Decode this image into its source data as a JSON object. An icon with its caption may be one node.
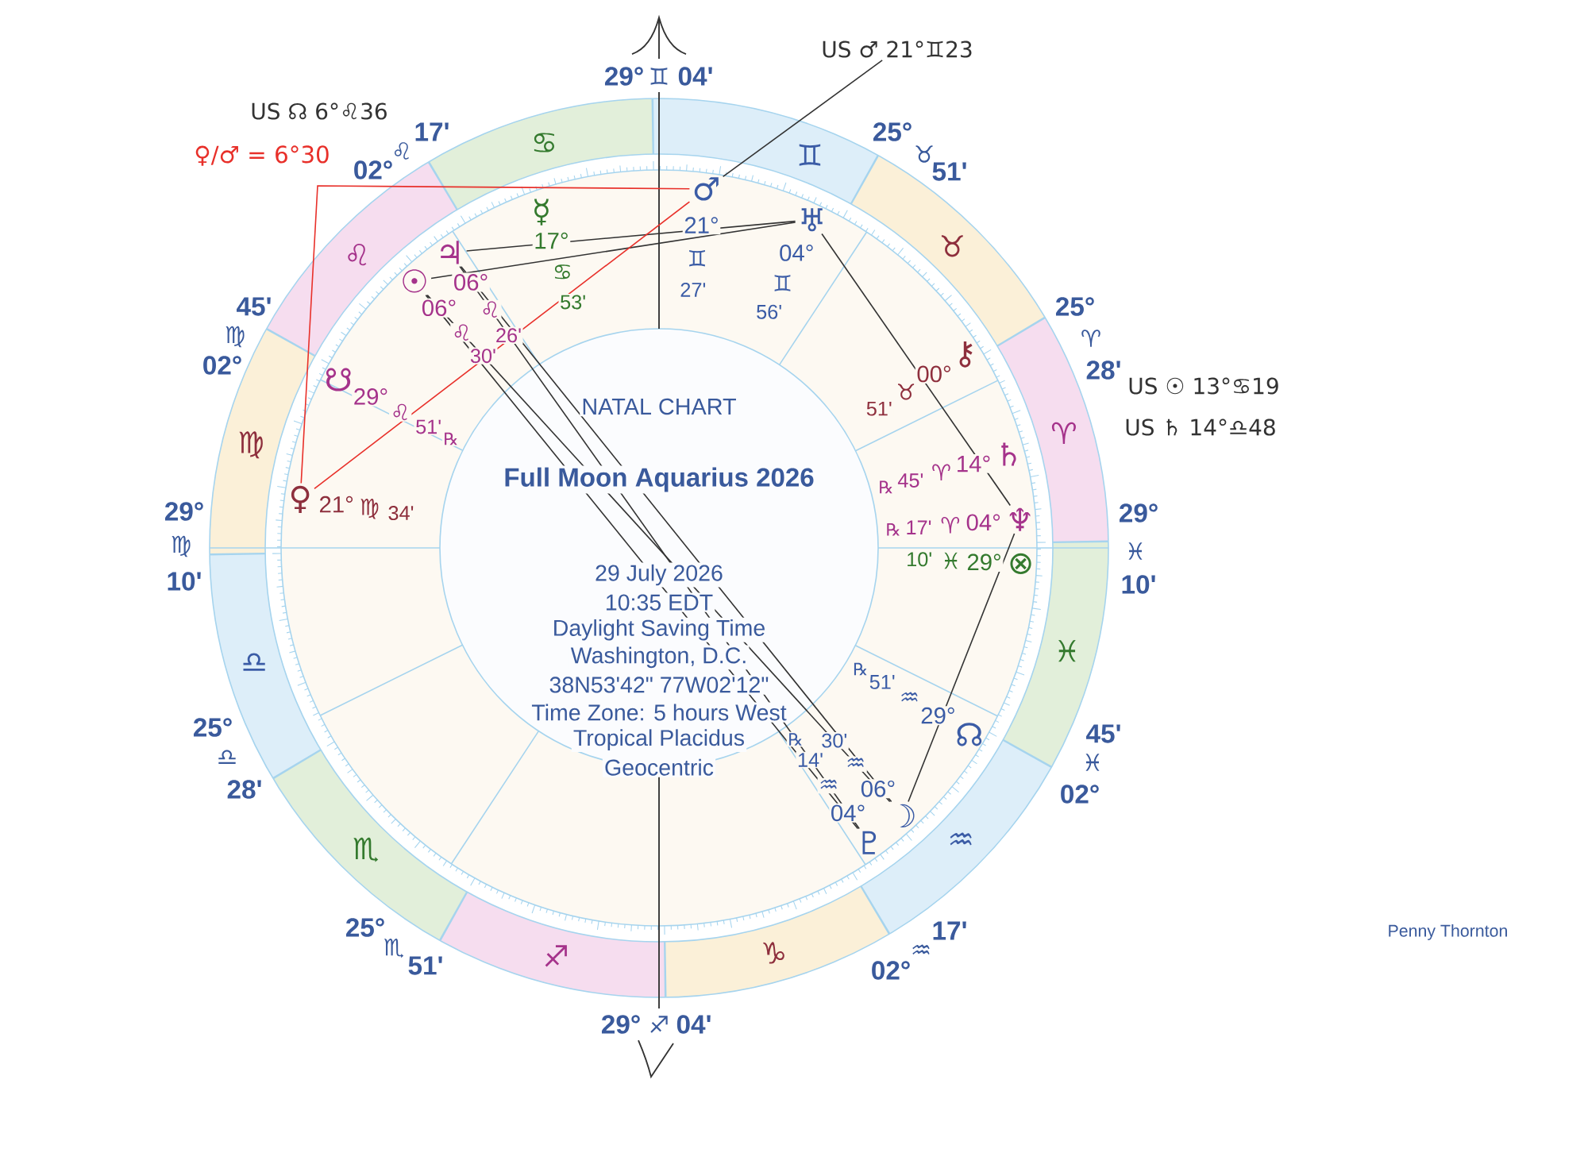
{
  "diagram": {
    "nodes": [
      {
        "text": [
          "☿"
        ],
        "beside": [
          "17°",
          "♋",
          "53'"
        ]
      },
      {
        "text": [
          "♂"
        ],
        "beside": [
          "21°",
          "♊",
          "27'"
        ]
      },
      {
        "text": [
          "♅"
        ],
        "beside": [
          "04°",
          "♊",
          "56'"
        ]
      },
      {
        "text": [
          "♃"
        ],
        "beside": [
          "06°",
          "♌",
          "26'"
        ]
      },
      {
        "text": [
          "☉"
        ],
        "beside": [
          "06°",
          "♌",
          "30'"
        ]
      },
      {
        "text": [
          "⚷"
        ],
        "beside": [
          "00°",
          "♉",
          "51'"
        ]
      },
      {
        "text": [
          "☋"
        ],
        "beside": [
          "29°",
          "♌",
          "51'",
          "℞"
        ]
      },
      {
        "text": [
          "♄"
        ],
        "beside": [
          "14°",
          "♈",
          "45'",
          "℞"
        ]
      },
      {
        "text": [
          "♀"
        ],
        "beside": [
          "21°",
          "♍",
          "34'"
        ]
      },
      {
        "text": [
          "♆"
        ],
        "beside": [
          "04°",
          "♈",
          "17'",
          "℞"
        ]
      },
      {
        "text": [
          "⊗"
        ],
        "beside": [
          "29°",
          "♓",
          "10'"
        ]
      },
      {
        "text": [
          "☊"
        ],
        "beside": [
          "29°",
          "♒",
          "51'",
          "℞"
        ]
      },
      {
        "text": [
          "☽"
        ],
        "beside": [
          "06°",
          "♒",
          "30'"
        ]
      },
      {
        "text": [
          "♇"
        ],
        "beside": [
          "04°",
          "♒",
          "14'",
          "℞"
        ]
      },
      {
        "text": [
          "US ♂ 21°♊23"
        ]
      }
    ],
    "edges": [
      {
        "from": 4,
        "to": 2,
        "arrow": "none"
      },
      {
        "from": 3,
        "to": 2,
        "arrow": "none"
      },
      {
        "from": 4,
        "to": 12,
        "arrow": "none"
      },
      {
        "from": 4,
        "to": 13,
        "arrow": "none"
      },
      {
        "from": 3,
        "to": 12,
        "arrow": "none"
      },
      {
        "from": 3,
        "to": 13,
        "arrow": "none"
      },
      {
        "from": 2,
        "to": 9,
        "arrow": "none"
      },
      {
        "from": 9,
        "to": 12,
        "arrow": "none"
      },
      {
        "from": 8,
        "to": 1,
        "arrow": "none",
        "color": "#e8302a"
      },
      {
        "from": 8,
        "to": 1,
        "arrow": "none",
        "color": "#e8302a"
      },
      {
        "from": 14,
        "to": 1,
        "arrow": "none"
      }
    ],
    "labels": [
      "29°",
      "♊",
      "04'",
      "US ☊ 6°♌36",
      "02°",
      "♌",
      "17'",
      "♀/♂ = 6°30",
      "25°",
      "♉",
      "51'",
      "45'",
      "♍",
      "02°",
      "25°",
      "♈",
      "28'",
      "US ☉ 13°♋19",
      "US ♄ 14°♎48",
      "29°",
      "♍",
      "10'",
      "29°",
      "♓",
      "10'",
      "25°",
      "♎",
      "28'",
      "45'",
      "♓",
      "02°",
      "25°",
      "♏",
      "51'",
      "02°",
      "♒",
      "17'",
      "29°",
      "♐",
      "04'",
      "Penny Thornton",
      "♈",
      "♉",
      "♊",
      "♋",
      "♌",
      "♍",
      "♎",
      "♏",
      "♐",
      "♑",
      "♒",
      "♓",
      "NATAL CHART",
      "Full Moon Aquarius 2026",
      "29 July 2026",
      "10:35 EDT",
      "Daylight Saving Time",
      "Washington, D.C.",
      "38N53'42\" 77W02'12\"",
      "Time Zone: 5 hours West",
      "Tropical Placidus",
      "Geocentric"
    ]
  }
}
